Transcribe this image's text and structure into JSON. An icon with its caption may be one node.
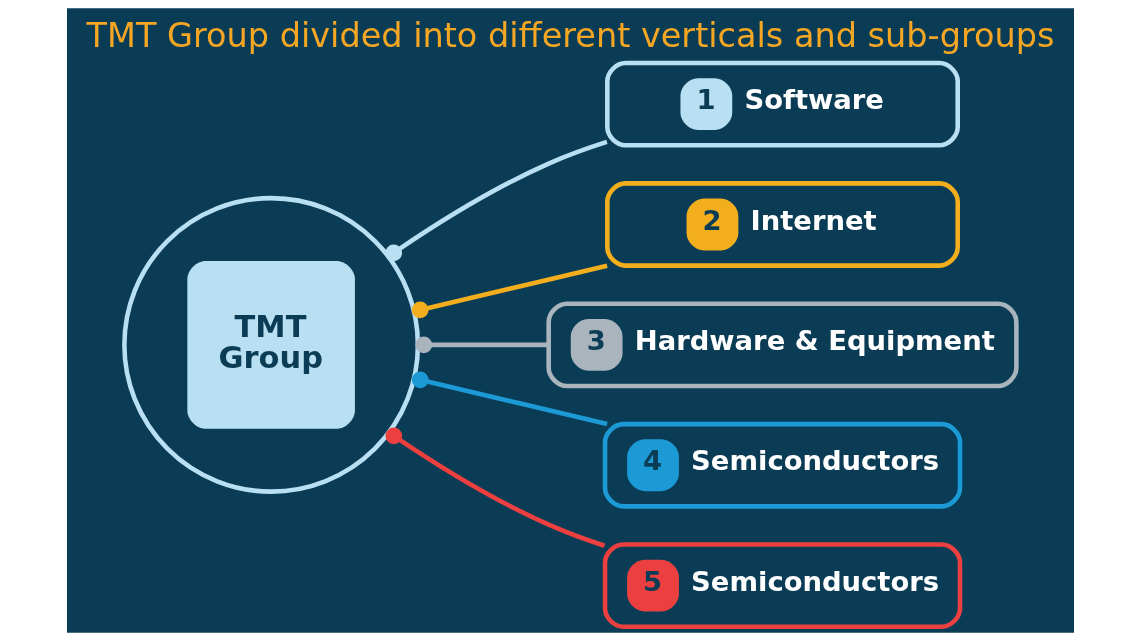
{
  "diagram": {
    "title": "TMT Group divided into different verticals and sub-groups",
    "nodes": [
      {
        "text": [],
        "shape": "circle"
      },
      {
        "text": [
          "TMT Group"
        ],
        "in": 0
      },
      {
        "text": [
          "1",
          "Software"
        ]
      },
      {
        "text": [
          "2",
          "Internet"
        ]
      },
      {
        "text": [
          "3",
          "Hardware & Equipment"
        ]
      },
      {
        "text": [
          "4",
          "Semiconductors"
        ]
      },
      {
        "text": [
          "5",
          "Semiconductors"
        ]
      }
    ],
    "edges": [
      {
        "from": 0,
        "to": 2,
        "arrow": "other",
        "color": "#b9dff2"
      },
      {
        "from": 0,
        "to": 3,
        "arrow": "other",
        "color": "#f2ae1c"
      },
      {
        "from": 0,
        "to": 4,
        "arrow": "other",
        "color": "#a9b4bd"
      },
      {
        "from": 0,
        "to": 5,
        "arrow": "other",
        "color": "#1c9ad6"
      },
      {
        "from": 0,
        "to": 6,
        "arrow": "other",
        "color": "#ec4040"
      }
    ]
  }
}
